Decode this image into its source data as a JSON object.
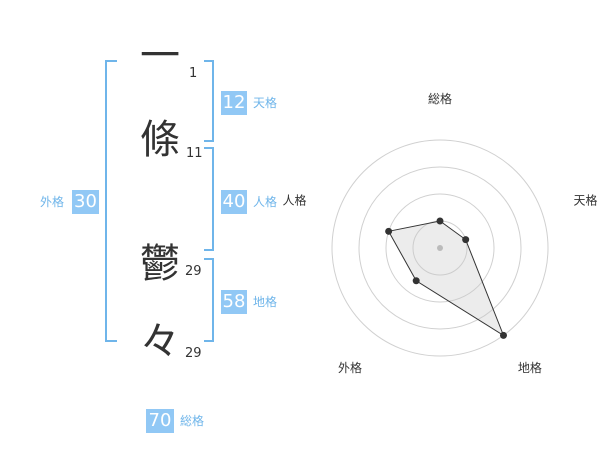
{
  "name": {
    "chars": [
      "一",
      "條",
      "鬱",
      "々"
    ],
    "strokes": [
      "1",
      "11",
      "29",
      "29"
    ]
  },
  "kakusu": {
    "tenkaku": {
      "value": "12",
      "label": "天格"
    },
    "jinkaku": {
      "value": "40",
      "label": "人格"
    },
    "chikaku": {
      "value": "58",
      "label": "地格"
    },
    "gaikaku": {
      "value": "30",
      "label": "外格"
    },
    "soukaku": {
      "value": "70",
      "label": "総格"
    }
  },
  "colors": {
    "accent": "#6fb5ea",
    "box": "#91c8f5",
    "ring": "#d0d0d0",
    "point": "#333333"
  },
  "chart_data": {
    "type": "radar",
    "axes": [
      "総格",
      "天格",
      "地格",
      "外格",
      "人格"
    ],
    "max": 4,
    "values": [
      1,
      1,
      4,
      1.5,
      2
    ]
  }
}
